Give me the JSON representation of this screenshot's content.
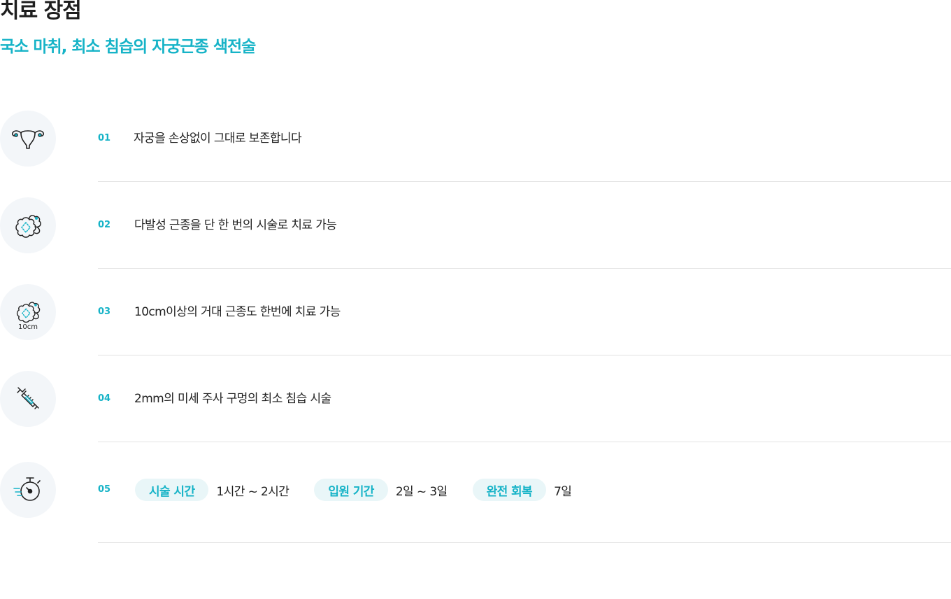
{
  "header": {
    "title": "치료 장점",
    "subtitle": "국소 마취, 최소 침습의 자궁근종 색전술"
  },
  "benefits": [
    {
      "number": "01",
      "text": "자궁을 손상없이 그대로 보존합니다",
      "icon": "uterus-icon"
    },
    {
      "number": "02",
      "text": "다발성 근종을 단 한 번의 시술로 치료 가능",
      "icon": "fibroid-cluster-icon"
    },
    {
      "number": "03",
      "text": "10cm이상의 거대 근종도 한번에 치료 가능",
      "icon": "large-fibroid-icon",
      "icon_label": "10cm"
    },
    {
      "number": "04",
      "text": "2mm의 미세 주사 구멍의 최소 침습 시술",
      "icon": "syringe-icon"
    }
  ],
  "summary": {
    "number": "05",
    "icon": "stopwatch-icon",
    "items": [
      {
        "label": "시술 시간",
        "value": "1시간 ~ 2시간"
      },
      {
        "label": "입원 기간",
        "value": "2일 ~ 3일"
      },
      {
        "label": "완전 회복",
        "value": "7일"
      }
    ]
  },
  "colors": {
    "accent": "#16b3c7",
    "chip_bg": "#e9f6f8",
    "icon_bg": "#f3f6f9",
    "divider": "#e2e2e2"
  }
}
